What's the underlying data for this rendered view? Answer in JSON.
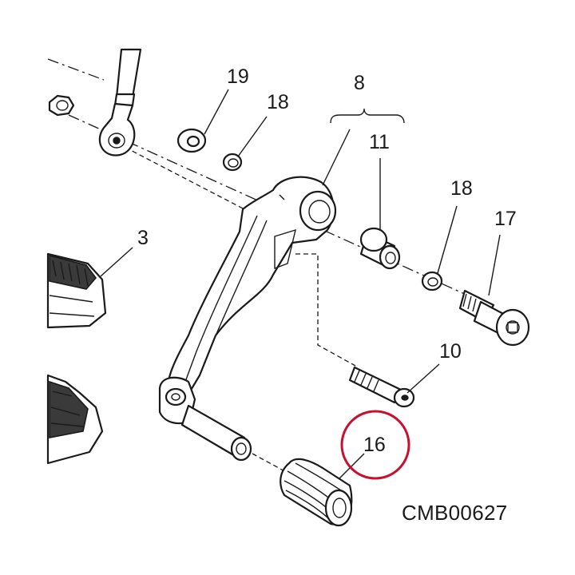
{
  "callouts": [
    {
      "id": "callout-19",
      "label": "19"
    },
    {
      "id": "callout-18-top",
      "label": "18"
    },
    {
      "id": "callout-8",
      "label": "8"
    },
    {
      "id": "callout-11",
      "label": "11"
    },
    {
      "id": "callout-18-right",
      "label": "18"
    },
    {
      "id": "callout-17",
      "label": "17"
    },
    {
      "id": "callout-3",
      "label": "3"
    },
    {
      "id": "callout-10",
      "label": "10"
    },
    {
      "id": "callout-16",
      "label": "16"
    }
  ],
  "document_code": "CMB00627",
  "highlight": {
    "target": "16",
    "color": "#c8102e"
  },
  "colors": {
    "ink": "#1a1a1a",
    "highlight": "#c8102e",
    "background": "#ffffff"
  }
}
